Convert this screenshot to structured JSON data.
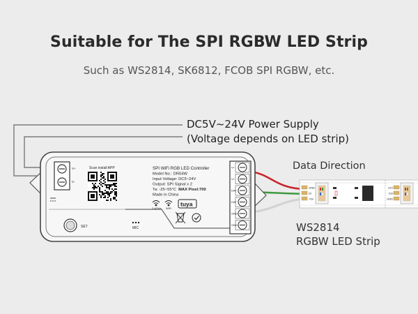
{
  "title": "Suitable for The SPI RGBW LED Strip",
  "subtitle": "Such as WS2814, SK6812, FCOB SPI RGBW, etc.",
  "power_supply": {
    "line1": "DC5V~24V Power Supply",
    "line2": "(Voltage depends on LED strip)"
  },
  "data_direction": "Data Direction",
  "strip_label": {
    "line1": "WS2814",
    "line2": "RGBW LED Strip"
  },
  "controller": {
    "scan_text": "Scan install APP",
    "name": "SPI WiFi RGB LED Controller",
    "model": "Model No.: DR04W",
    "input": "Input Voltage: DC5~24V",
    "output": "Output: SPI Signal x 2",
    "ta": "Ta: -25~55°C",
    "max_pixel": "MAX Pixel:700",
    "made_in": "Made in China",
    "wifi_left": "2.4GHz",
    "wifi_right": "WiFi",
    "tuya": "tuya",
    "set_label": "SET",
    "mic_label": "MIC",
    "power_in_plus": "V+",
    "power_in_minus": "V-",
    "terminals": [
      "V+",
      "V+",
      "DAT",
      "DAT",
      "GND",
      "GND"
    ]
  },
  "strip": {
    "pads_left": [
      "GND",
      "DI",
      "+5V"
    ],
    "pads_right": [
      "12V",
      "DO",
      "GND"
    ]
  },
  "colors": {
    "wire_red": "#c8252b",
    "wire_green": "#3f9a3f",
    "wire_white": "#cfcfcf",
    "strip_body": "#ffffff"
  }
}
